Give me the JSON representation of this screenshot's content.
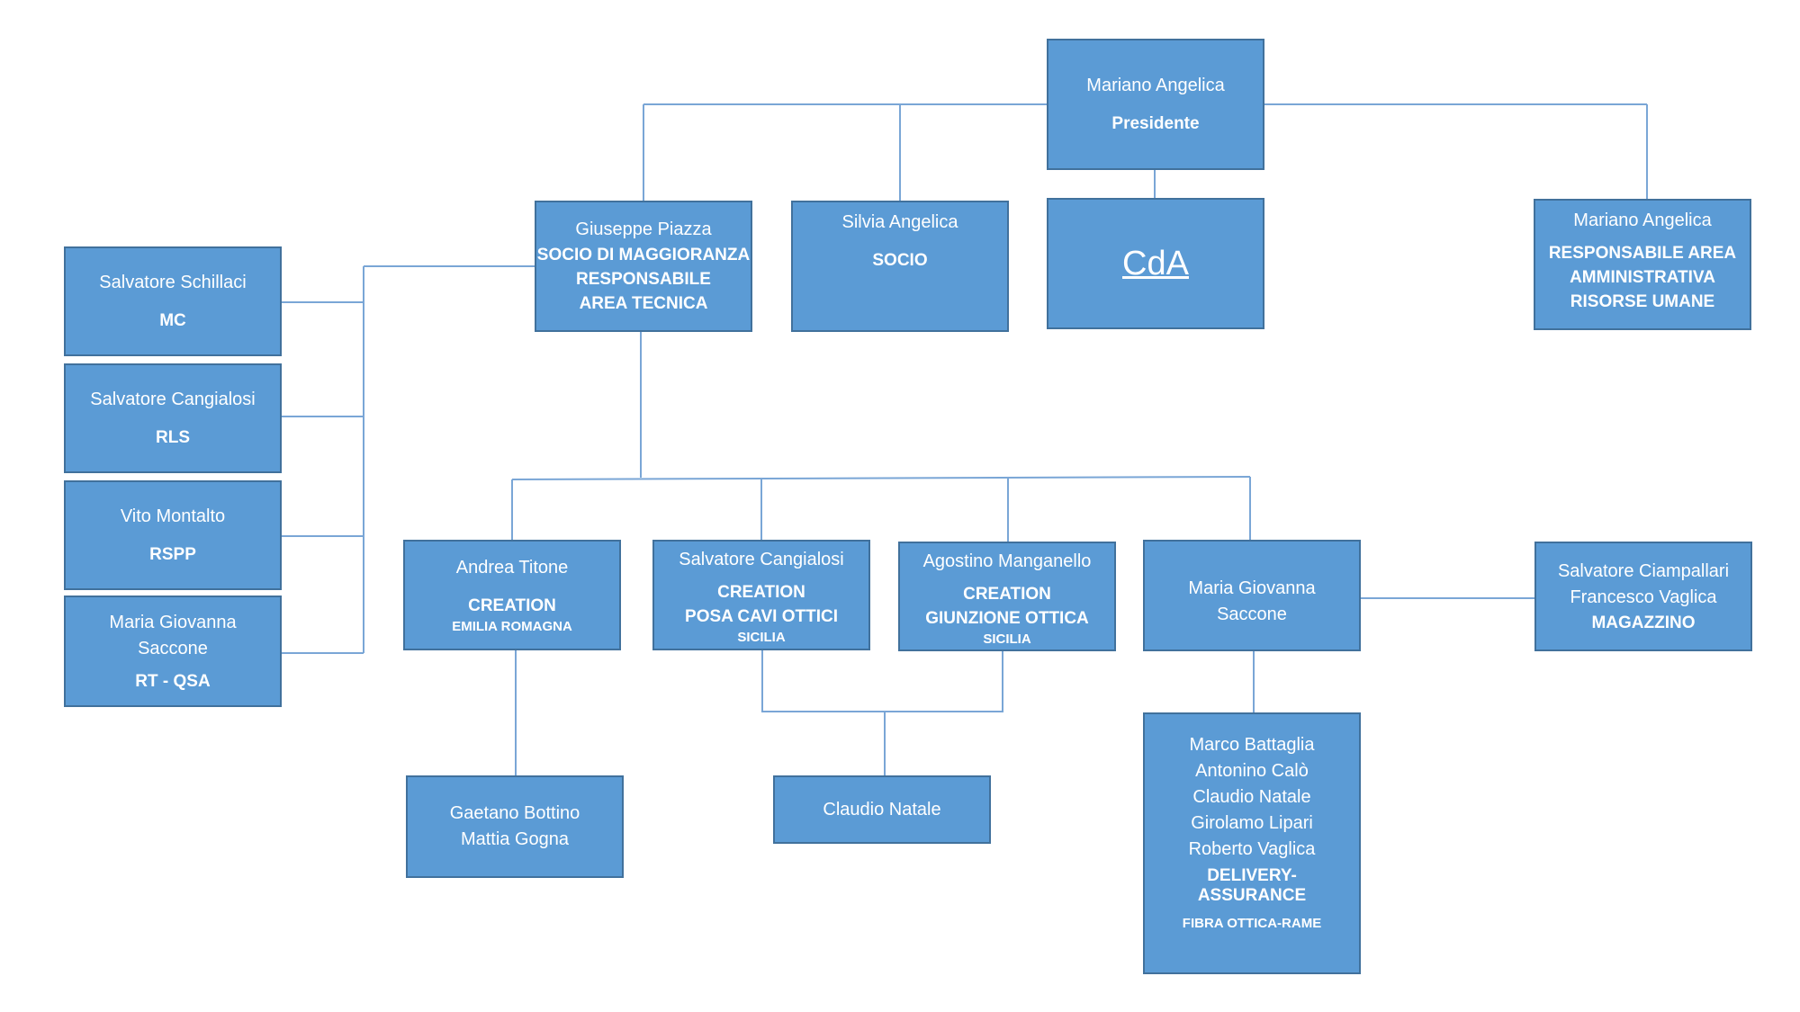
{
  "nodes": {
    "presidente": {
      "name": "Mariano Angelica",
      "role": "Presidente"
    },
    "piazza": {
      "name": "Giuseppe Piazza",
      "role_1": "SOCIO DI MAGGIORANZA",
      "role_2": "RESPONSABILE",
      "role_3": "AREA TECNICA"
    },
    "silvia": {
      "name": "Silvia Angelica",
      "role": "SOCIO"
    },
    "cda": {
      "label": "CdA"
    },
    "admin": {
      "name": "Mariano Angelica",
      "role_1": "RESPONSABILE AREA",
      "role_2": "AMMINISTRATIVA",
      "role_3": "RISORSE UMANE"
    },
    "schillaci": {
      "name": "Salvatore Schillaci",
      "role": "MC"
    },
    "cangialosi_rls": {
      "name": "Salvatore Cangialosi",
      "role": "RLS"
    },
    "montalto": {
      "name": "Vito Montalto",
      "role": "RSPP"
    },
    "saccone_rt": {
      "name_1": "Maria Giovanna",
      "name_2": "Saccone",
      "role": "RT - QSA"
    },
    "titone": {
      "name": "Andrea Titone",
      "role": "CREATION",
      "area": "EMILIA ROMAGNA"
    },
    "cangialosi_posa": {
      "name": "Salvatore Cangialosi",
      "role_1": "CREATION",
      "role_2": "POSA CAVI OTTICI",
      "area": "SICILIA"
    },
    "manganello": {
      "name": "Agostino Manganello",
      "role_1": "CREATION",
      "role_2": "GIUNZIONE OTTICA",
      "area": "SICILIA"
    },
    "saccone_delivery": {
      "name_1": "Maria Giovanna",
      "name_2": "Saccone"
    },
    "magazzino": {
      "name_1": "Salvatore Ciampallari",
      "name_2": "Francesco Vaglica",
      "role": "MAGAZZINO"
    },
    "bottino_gogna": {
      "name_1": "Gaetano Bottino",
      "name_2": "Mattia Gogna"
    },
    "natale": {
      "name": "Claudio Natale"
    },
    "delivery_team": {
      "members": [
        "Marco Battaglia",
        "Antonino Calò",
        "Claudio Natale",
        "Girolamo Lipari",
        "Roberto Vaglica"
      ],
      "role_1": "DELIVERY-",
      "role_2": "ASSURANCE",
      "role_3": "FIBRA OTTICA-RAME"
    }
  },
  "colors": {
    "box_fill": "#5b9bd5",
    "box_border": "#41719c",
    "connector": "#7aa6d6",
    "text": "#ffffff"
  }
}
